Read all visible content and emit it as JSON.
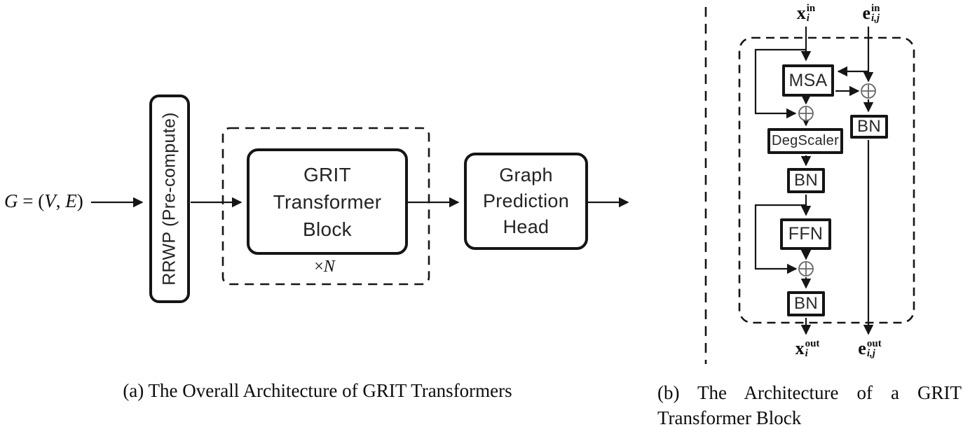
{
  "panel_a": {
    "graph_label": {
      "g": "G",
      "eq": " = (",
      "v": "V",
      "sep": ", ",
      "e": "E",
      "close": ")"
    },
    "rrwp_label": "RRWP (Pre-compute)",
    "grit_block": [
      "GRIT",
      "Transformer",
      "Block"
    ],
    "repeat": {
      "times": "×",
      "n": "N"
    },
    "prediction_head": [
      "Graph",
      "Prediction",
      "Head"
    ],
    "caption": "(a) The Overall Architecture of GRIT Transformers"
  },
  "panel_b": {
    "inputs": {
      "node": {
        "base": "x",
        "sub": "i",
        "sup": "in"
      },
      "edge": {
        "base": "e",
        "sub": "i,j",
        "sup": "in"
      }
    },
    "outputs": {
      "node": {
        "base": "x",
        "sub": "i",
        "sup": "out"
      },
      "edge": {
        "base": "e",
        "sub": "i,j",
        "sup": "out"
      }
    },
    "blocks": {
      "msa": "MSA",
      "bn_edge": "BN",
      "degscaler": "DegScaler",
      "bn_mid": "BN",
      "ffn": "FFN",
      "bn_out": "BN"
    },
    "caption_line1": "(b) The Architecture of a GRIT",
    "caption_line2": "Transformer Block"
  },
  "colors": {
    "ink": "#151515",
    "add_circle": "#666666",
    "background": "#ffffff"
  }
}
